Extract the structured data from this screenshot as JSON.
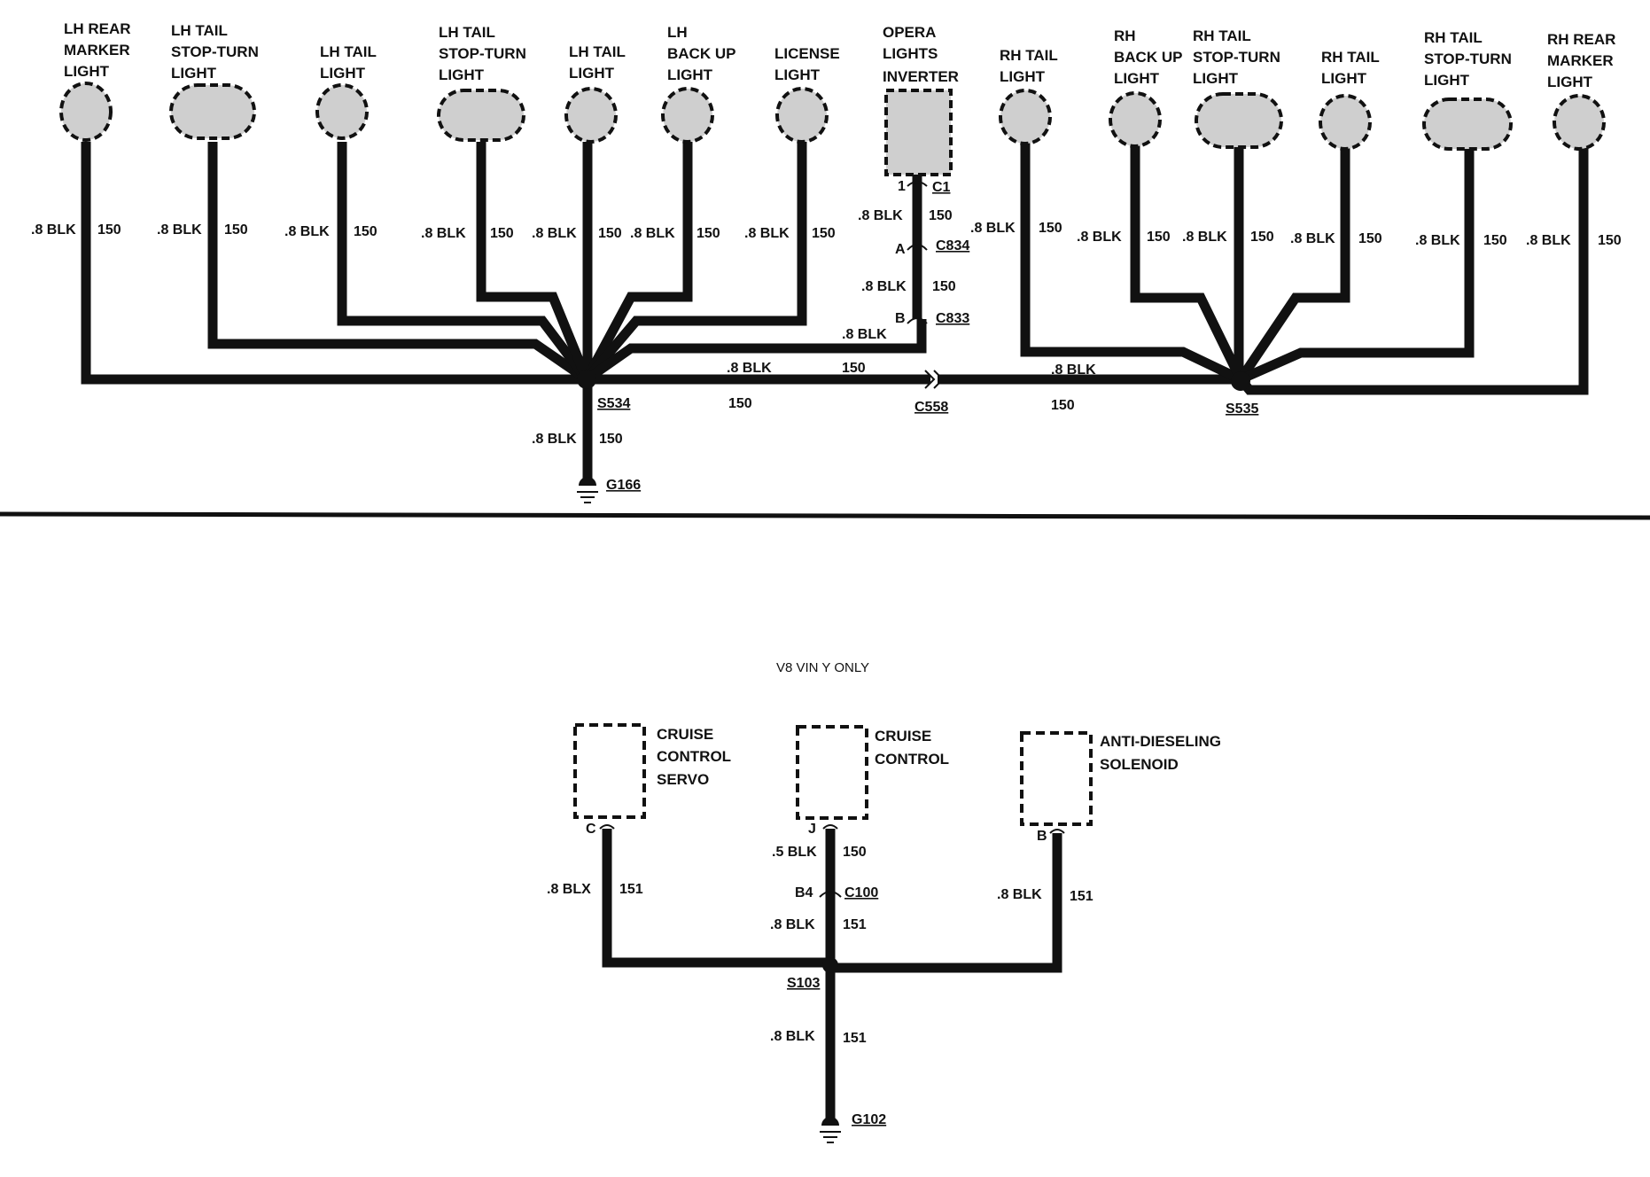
{
  "colors": {
    "ink": "#111111",
    "background": "#ffffff",
    "lamp_fill": "#cfcfcf"
  },
  "top": {
    "lamps": [
      {
        "name": [
          "LH REAR",
          "MARKER",
          "LIGHT"
        ],
        "wire_gauge": ".8 BLK",
        "circuit": "150"
      },
      {
        "name": [
          "LH TAIL",
          "STOP-TURN",
          "LIGHT"
        ],
        "wire_gauge": ".8 BLK",
        "circuit": "150"
      },
      {
        "name": [
          "LH TAIL",
          "LIGHT"
        ],
        "wire_gauge": ".8 BLK",
        "circuit": "150"
      },
      {
        "name": [
          "LH TAIL",
          "STOP-TURN",
          "LIGHT"
        ],
        "wire_gauge": ".8 BLK",
        "circuit": "150"
      },
      {
        "name": [
          "LH TAIL",
          "LIGHT"
        ],
        "wire_gauge": ".8 BLK",
        "circuit": "150"
      },
      {
        "name": [
          "LH",
          "BACK UP",
          "LIGHT"
        ],
        "wire_gauge": ".8 BLK",
        "circuit": "150"
      },
      {
        "name": [
          "LICENSE",
          "LIGHT"
        ],
        "wire_gauge": ".8 BLK",
        "circuit": "150"
      },
      {
        "name": [
          "RH TAIL",
          "LIGHT"
        ],
        "wire_gauge": ".8 BLK",
        "circuit": "150"
      },
      {
        "name": [
          "RH",
          "BACK UP",
          "LIGHT"
        ],
        "wire_gauge": ".8 BLK",
        "circuit": "150"
      },
      {
        "name": [
          "RH TAIL",
          "STOP-TURN",
          "LIGHT"
        ],
        "wire_gauge": ".8 BLK",
        "circuit": "150"
      },
      {
        "name": [
          "RH TAIL",
          "LIGHT"
        ],
        "wire_gauge": ".8 BLK",
        "circuit": "150"
      },
      {
        "name": [
          "RH TAIL",
          "STOP-TURN",
          "LIGHT"
        ],
        "wire_gauge": ".8 BLK",
        "circuit": "150"
      },
      {
        "name": [
          "RH REAR",
          "MARKER",
          "LIGHT"
        ],
        "wire_gauge": ".8 BLK",
        "circuit": "150"
      }
    ],
    "inverter": {
      "name": [
        "OPERA",
        "LIGHTS",
        "INVERTER"
      ],
      "pin": "1",
      "connector": "C1",
      "segments": [
        {
          "wire_gauge": ".8 BLK",
          "circuit": "150"
        },
        {
          "wire_gauge": ".8 BLK",
          "circuit": "150"
        },
        {
          "wire_gauge": ".8 BLK"
        }
      ],
      "connectors": [
        {
          "pin": "A",
          "id": "C834"
        },
        {
          "pin": "B",
          "id": "C833"
        }
      ]
    },
    "splice_left": "S534",
    "splice_right": "S535",
    "crossover": {
      "wire_gauge": ".8 BLK",
      "circuit_upper": "150",
      "circuit_lower": "150",
      "connector": "C558",
      "right_wire_gauge": ".8 BLK",
      "right_circuit": "150"
    },
    "ground_wire": {
      "wire_gauge": ".8 BLK",
      "circuit": "150"
    },
    "ground": "G166"
  },
  "bottom": {
    "note": "V8 VIN Y ONLY",
    "components": [
      {
        "name": [
          "CRUISE",
          "CONTROL",
          "SERVO"
        ],
        "pin": "C",
        "wire_gauge": ".8 BLX",
        "circuit": "151"
      },
      {
        "name": [
          "CRUISE",
          "CONTROL"
        ],
        "pin": "J",
        "wire_gauge": ".5 BLK",
        "circuit": "150"
      },
      {
        "name": [
          "ANTI-DIESELING",
          "SOLENOID"
        ],
        "pin": "B",
        "wire_gauge": ".8 BLK",
        "circuit": "151"
      }
    ],
    "connector": {
      "pin": "B4",
      "id": "C100"
    },
    "connector_wire": {
      "wire_gauge": ".8 BLK",
      "circuit": "151"
    },
    "splice": "S103",
    "ground_wire": {
      "wire_gauge": ".8 BLK",
      "circuit": "151"
    },
    "ground": "G102"
  }
}
